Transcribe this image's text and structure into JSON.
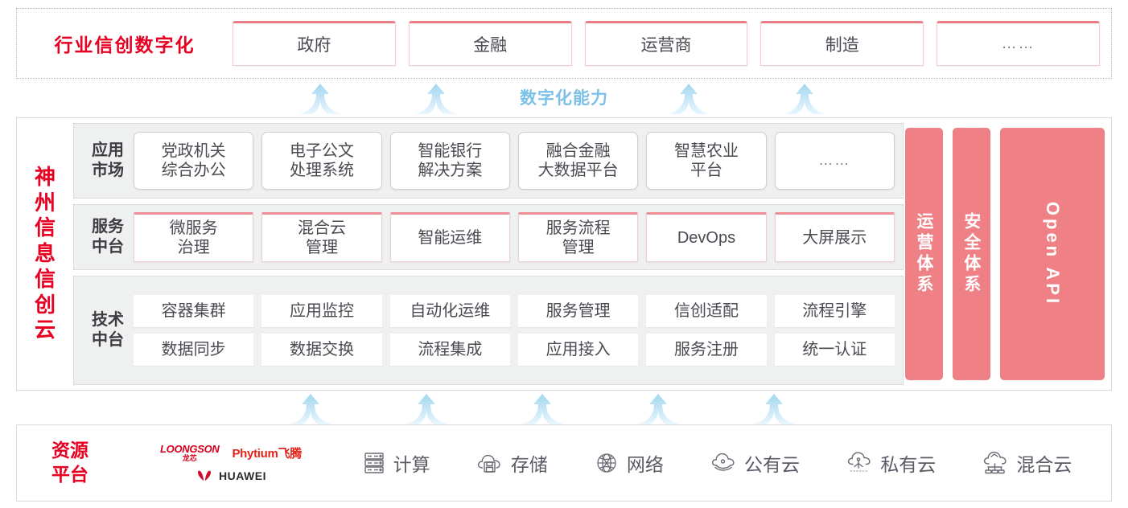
{
  "colors": {
    "red_title": "#e60021",
    "pink_pillar": "#ef8086",
    "pink_border": "#ec7d86",
    "blue_arrow": "#a9d9f2",
    "cap_label": "#7cc0e8",
    "panel_bg": "#eff0f0",
    "text_dark": "#4a4a52"
  },
  "industry": {
    "title": "行业信创数字化",
    "cards": [
      {
        "label": "政府"
      },
      {
        "label": "金融"
      },
      {
        "label": "运营商"
      },
      {
        "label": "制造"
      },
      {
        "label": "……"
      }
    ]
  },
  "capability": {
    "label": "数字化能力",
    "arrow_icon": "up-arrow-icon",
    "arrow_count": 4
  },
  "cloud": {
    "title_chars": [
      "神",
      "州",
      "信",
      "息",
      "信",
      "创",
      "云"
    ],
    "layers": [
      {
        "key": "app-market",
        "label": "应用\n市场",
        "label_line1": "应用",
        "label_line2": "市场",
        "cells": [
          {
            "line1": "党政机关",
            "line2": "综合办公"
          },
          {
            "line1": "电子公文",
            "line2": "处理系统"
          },
          {
            "line1": "智能银行",
            "line2": "解决方案"
          },
          {
            "line1": "融合金融",
            "line2": "大数据平台"
          },
          {
            "line1": "智慧农业",
            "line2": "平台"
          },
          {
            "line1": "……",
            "line2": ""
          }
        ]
      },
      {
        "key": "service-platform",
        "label_line1": "服务",
        "label_line2": "中台",
        "cells": [
          {
            "line1": "微服务",
            "line2": "治理"
          },
          {
            "line1": "混合云",
            "line2": "管理"
          },
          {
            "line1": "智能运维",
            "line2": ""
          },
          {
            "line1": "服务流程",
            "line2": "管理"
          },
          {
            "line1": "DevOps",
            "line2": ""
          },
          {
            "line1": "大屏展示",
            "line2": ""
          }
        ]
      },
      {
        "key": "tech-platform",
        "label_line1": "技术",
        "label_line2": "中台",
        "row1": [
          "容器集群",
          "应用监控",
          "自动化运维",
          "服务管理",
          "信创适配",
          "流程引擎"
        ],
        "row2": [
          "数据同步",
          "数据交换",
          "流程集成",
          "应用接入",
          "服务注册",
          "统一认证"
        ]
      }
    ],
    "pillars": [
      {
        "type": "cn",
        "label": "运营体系"
      },
      {
        "type": "cn",
        "label": "安全体系"
      },
      {
        "type": "en",
        "label": "Open API"
      }
    ]
  },
  "bottom_arrows": {
    "arrow_icon": "up-arrow-icon",
    "arrow_count": 5
  },
  "resource": {
    "title_line1": "资源",
    "title_line2": "平台",
    "vendors": [
      {
        "name": "loongson",
        "en": "LOONGSON",
        "cn": "龙芯"
      },
      {
        "name": "phytium",
        "label": "Phytium飞腾"
      },
      {
        "name": "huawei",
        "label": "HUAWEI"
      }
    ],
    "items": [
      {
        "label": "计算",
        "icon": "server-icon"
      },
      {
        "label": "存储",
        "icon": "cloud-storage-icon"
      },
      {
        "label": "网络",
        "icon": "network-globe-icon"
      },
      {
        "label": "公有云",
        "icon": "public-cloud-icon"
      },
      {
        "label": "私有云",
        "icon": "private-cloud-icon"
      },
      {
        "label": "混合云",
        "icon": "hybrid-cloud-icon"
      }
    ]
  }
}
